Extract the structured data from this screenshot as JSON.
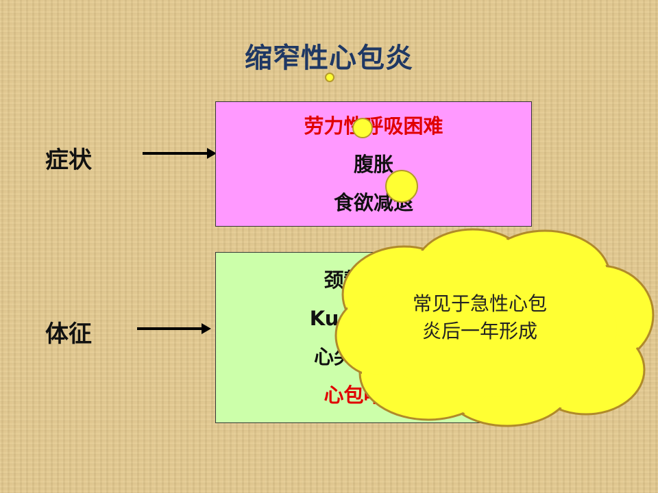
{
  "slide": {
    "title": "缩窄性心包炎",
    "symptoms": {
      "label": "症状",
      "items": [
        "劳力性呼吸困难",
        "腹胀",
        "食欲减退"
      ]
    },
    "signs": {
      "label": "体征",
      "items": [
        "颈静脉怒张",
        "Kussmaul征",
        "心尖搏动减弱",
        "心包叩击音"
      ]
    },
    "callout": {
      "line1": "常见于急性心包",
      "line2": "炎后一年形成"
    }
  },
  "colors": {
    "title": "#1f3864",
    "symptom_box": "#ff99ff",
    "sign_box": "#ccffaa",
    "highlight_text": "#e00000",
    "cloud_fill": "#ffff33"
  }
}
